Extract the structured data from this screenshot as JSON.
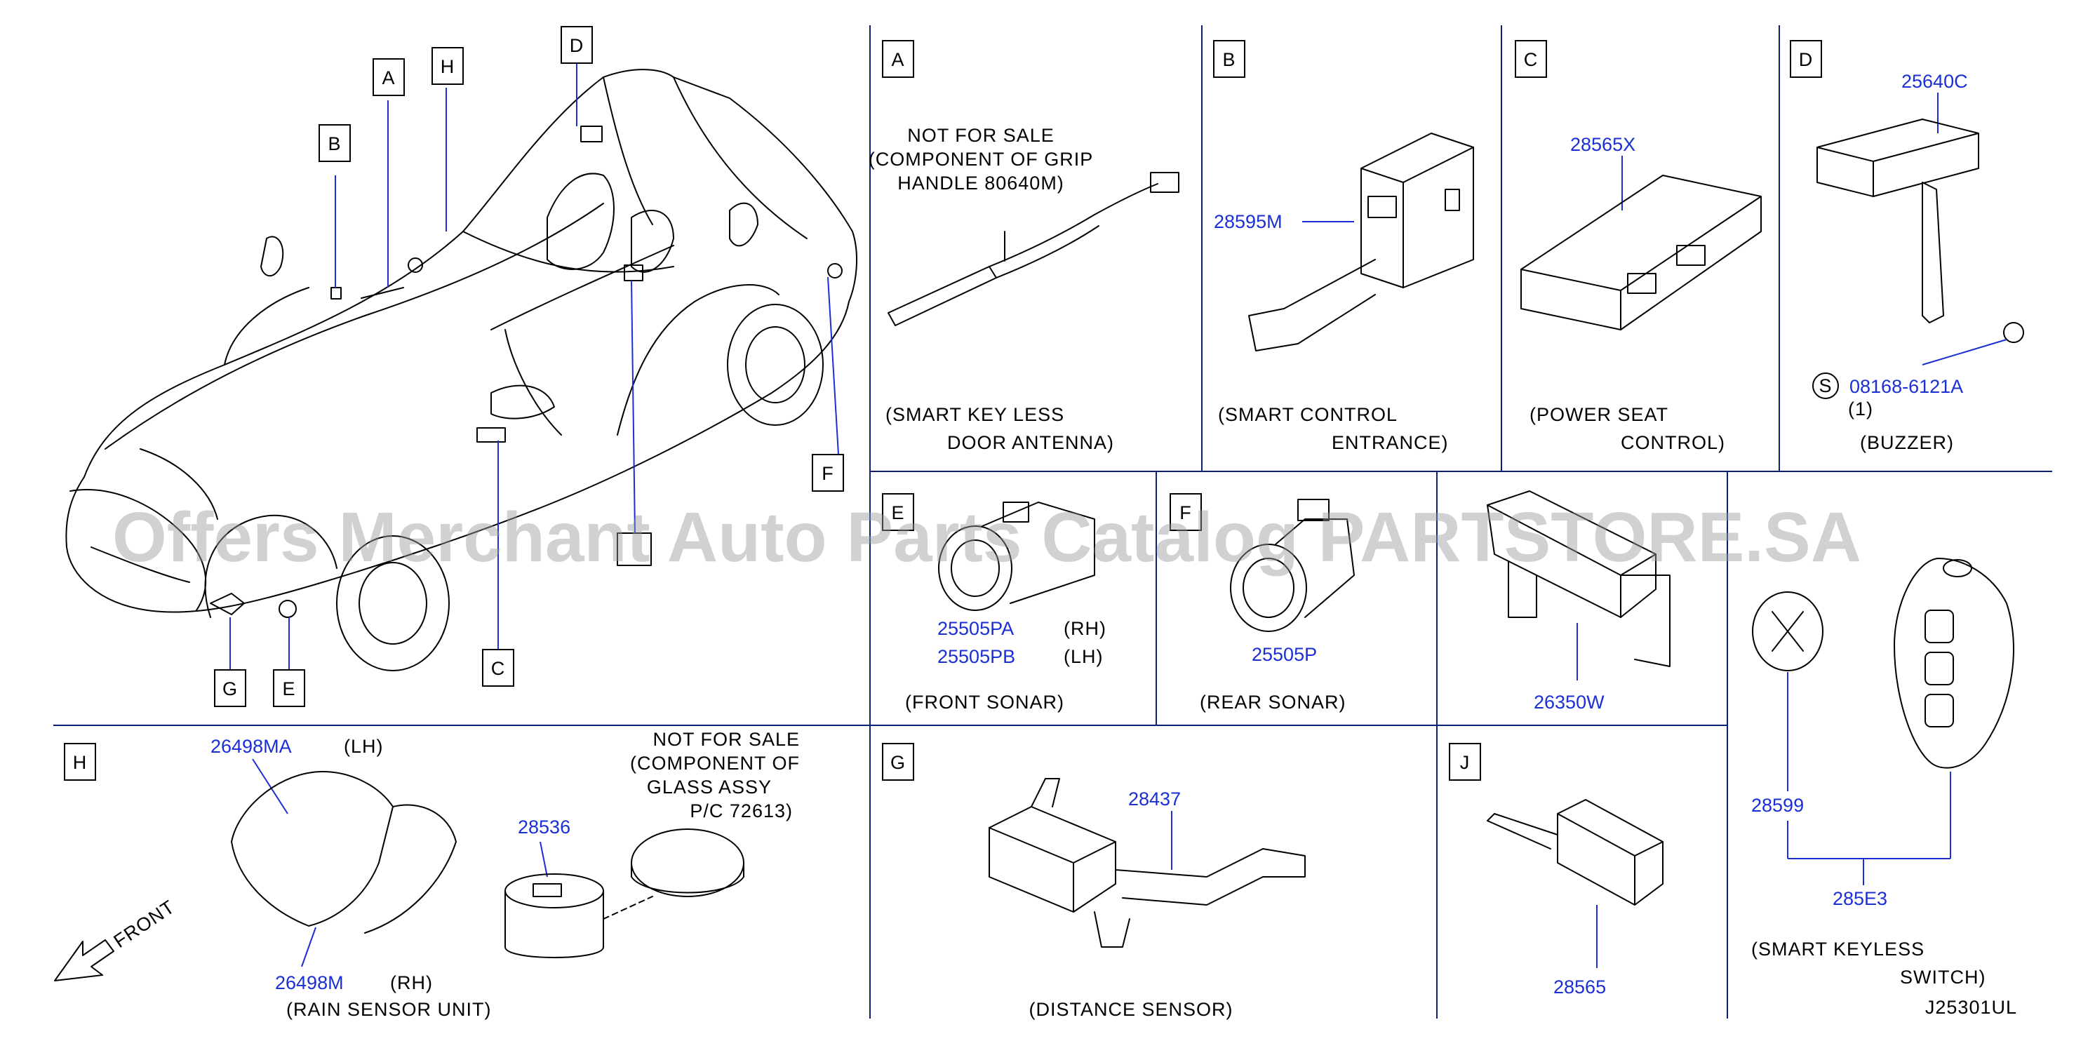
{
  "watermark": "Offers Merchant Auto Parts Catalog PARTSTORE.SA",
  "diagram_code": "J25301UL",
  "overview": {
    "callouts": [
      "A",
      "H",
      "D",
      "B",
      "F",
      "G",
      "E",
      "C"
    ],
    "front_label": "FRONT"
  },
  "panels": {
    "A": {
      "letter": "A",
      "note": [
        "NOT  FOR  SALE",
        "(COMPONENT  OF  GRIP",
        "HANDLE  80640M)"
      ],
      "caption": [
        "(SMART  KEY  LESS",
        "DOOR  ANTENNA)"
      ]
    },
    "B": {
      "letter": "B",
      "part": "28595M",
      "caption": [
        "(SMART  CONTROL",
        "ENTRANCE)"
      ]
    },
    "C": {
      "letter": "C",
      "part": "28565X",
      "caption": [
        "(POWER  SEAT",
        "CONTROL)"
      ]
    },
    "D": {
      "letter": "D",
      "part": "25640C",
      "screw_symbol": "S",
      "screw_part": "08168-6121A",
      "screw_qty": "(1)",
      "caption": [
        "(BUZZER)"
      ]
    },
    "E": {
      "letter": "E",
      "parts": [
        {
          "number": "25505PA",
          "side": "(RH)"
        },
        {
          "number": "25505PB",
          "side": "(LH)"
        }
      ],
      "caption": [
        "(FRONT  SONAR)"
      ]
    },
    "F": {
      "letter": "F",
      "part": "25505P",
      "caption": [
        "(REAR  SONAR)"
      ]
    },
    "unlabeled": {
      "part": "26350W"
    },
    "key": {
      "parts": [
        "28599",
        "285E3"
      ],
      "caption": [
        "(SMART  KEYLESS",
        "SWITCH)"
      ]
    },
    "H": {
      "letter": "H",
      "parts": [
        {
          "number": "26498MA",
          "side": "(LH)"
        },
        {
          "number": "26498M",
          "side": "(RH)"
        },
        {
          "number": "28536",
          "side": ""
        }
      ],
      "note": [
        "NOT  FOR  SALE",
        "(COMPONENT  OF",
        "GLASS  ASSY",
        "P/C  72613)"
      ],
      "caption": [
        "(RAIN  SENSOR  UNIT)"
      ]
    },
    "G": {
      "letter": "G",
      "part": "28437",
      "caption": [
        "(DISTANCE  SENSOR)"
      ]
    },
    "J": {
      "letter": "J",
      "part": "28565"
    }
  },
  "colors": {
    "part_number": "#1a2fd6",
    "separator": "#0a1f7a",
    "line": "#000000",
    "watermark": "#9a9a9a"
  }
}
